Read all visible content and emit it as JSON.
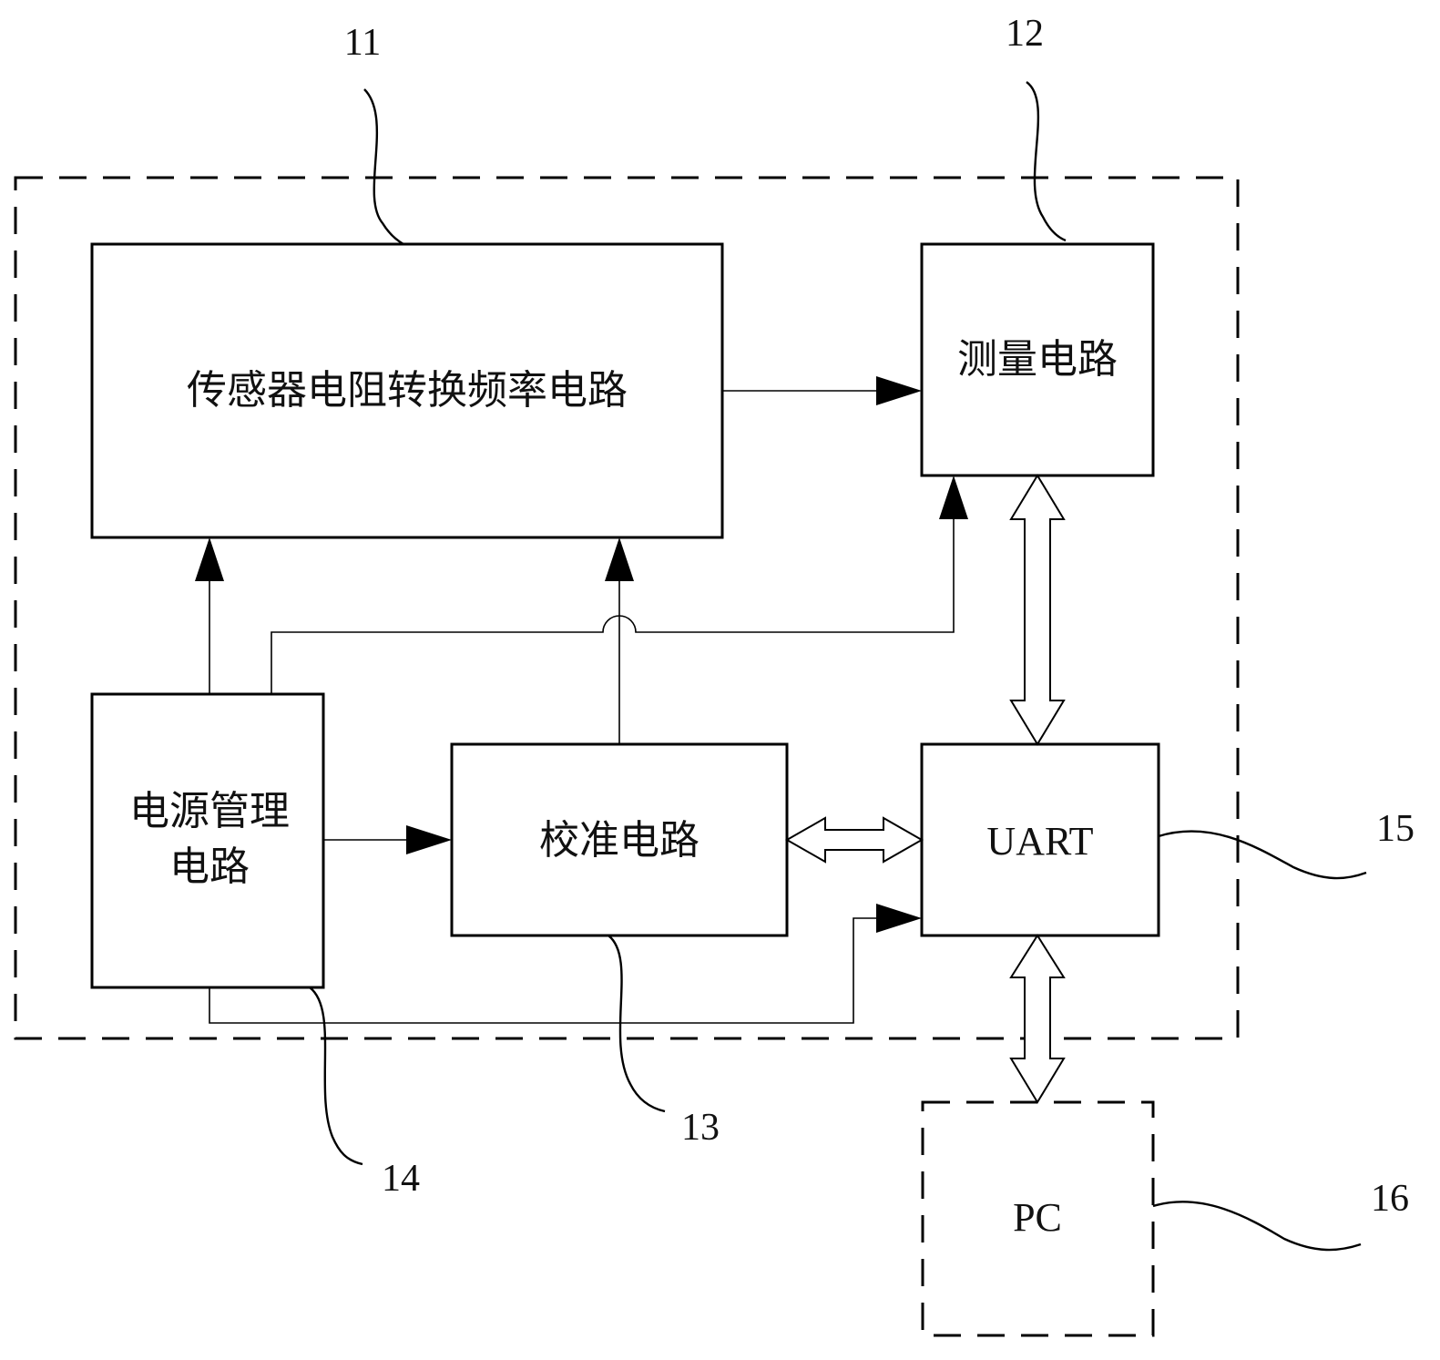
{
  "blocks": {
    "sensor": "传感器电阻转换频率电路",
    "measure": "测量电路",
    "power_line1": "电源管理",
    "power_line2": "电路",
    "calibration": "校准电路",
    "uart": "UART",
    "pc": "PC"
  },
  "refs": {
    "sensor": "11",
    "measure": "12",
    "calibration": "13",
    "power": "14",
    "uart": "15",
    "pc": "16"
  }
}
